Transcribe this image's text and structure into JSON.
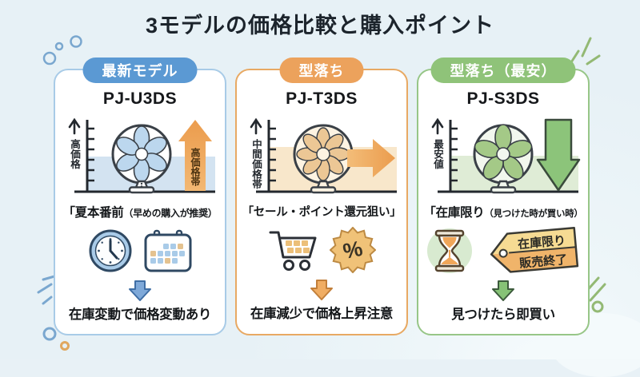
{
  "title": "3モデルの価格比較と購入ポイント",
  "colors": {
    "background": "#e8f1f6",
    "blue_accent": "#5b99d3",
    "blue_border": "#a8cbe7",
    "blue_band": "#d3e3f1",
    "orange_accent": "#eca25c",
    "orange_border": "#e8a963",
    "orange_band": "#f8e7cb",
    "green_accent": "#8fc379",
    "green_border": "#97c687",
    "green_band": "#dfecd6",
    "ink": "#1c242c"
  },
  "cards": [
    {
      "badge": "最新モデル",
      "model": "PJ-U3DS",
      "axis_label": "高価格",
      "trend": "up",
      "arrow_label": "高価格帯",
      "quote_main": "「夏本番前",
      "quote_sub": "（早めの購入が推奨）",
      "icons": [
        "clock-icon",
        "calendar-icon"
      ],
      "conclusion": "在庫変動で価格変動あり"
    },
    {
      "badge": "型落ち",
      "model": "PJ-T3DS",
      "axis_label": "中間価格帯",
      "trend": "right",
      "arrow_label": "",
      "quote_main": "「セール・ポイント還元狙い」",
      "quote_sub": "",
      "icons": [
        "cart-icon",
        "percent-badge-icon"
      ],
      "badge_symbol": "%",
      "conclusion": "在庫減少で価格上昇注意"
    },
    {
      "badge": "型落ち（最安）",
      "model": "PJ-S3DS",
      "axis_label": "最安値",
      "trend": "down",
      "arrow_label": "",
      "quote_main": "「在庫限り",
      "quote_sub": "（見つけた時が買い時）",
      "icons": [
        "hourglass-icon",
        "price-tag"
      ],
      "tag_line1": "在庫限り",
      "tag_line2": "販売終了",
      "conclusion": "見つけたら即買い"
    }
  ]
}
